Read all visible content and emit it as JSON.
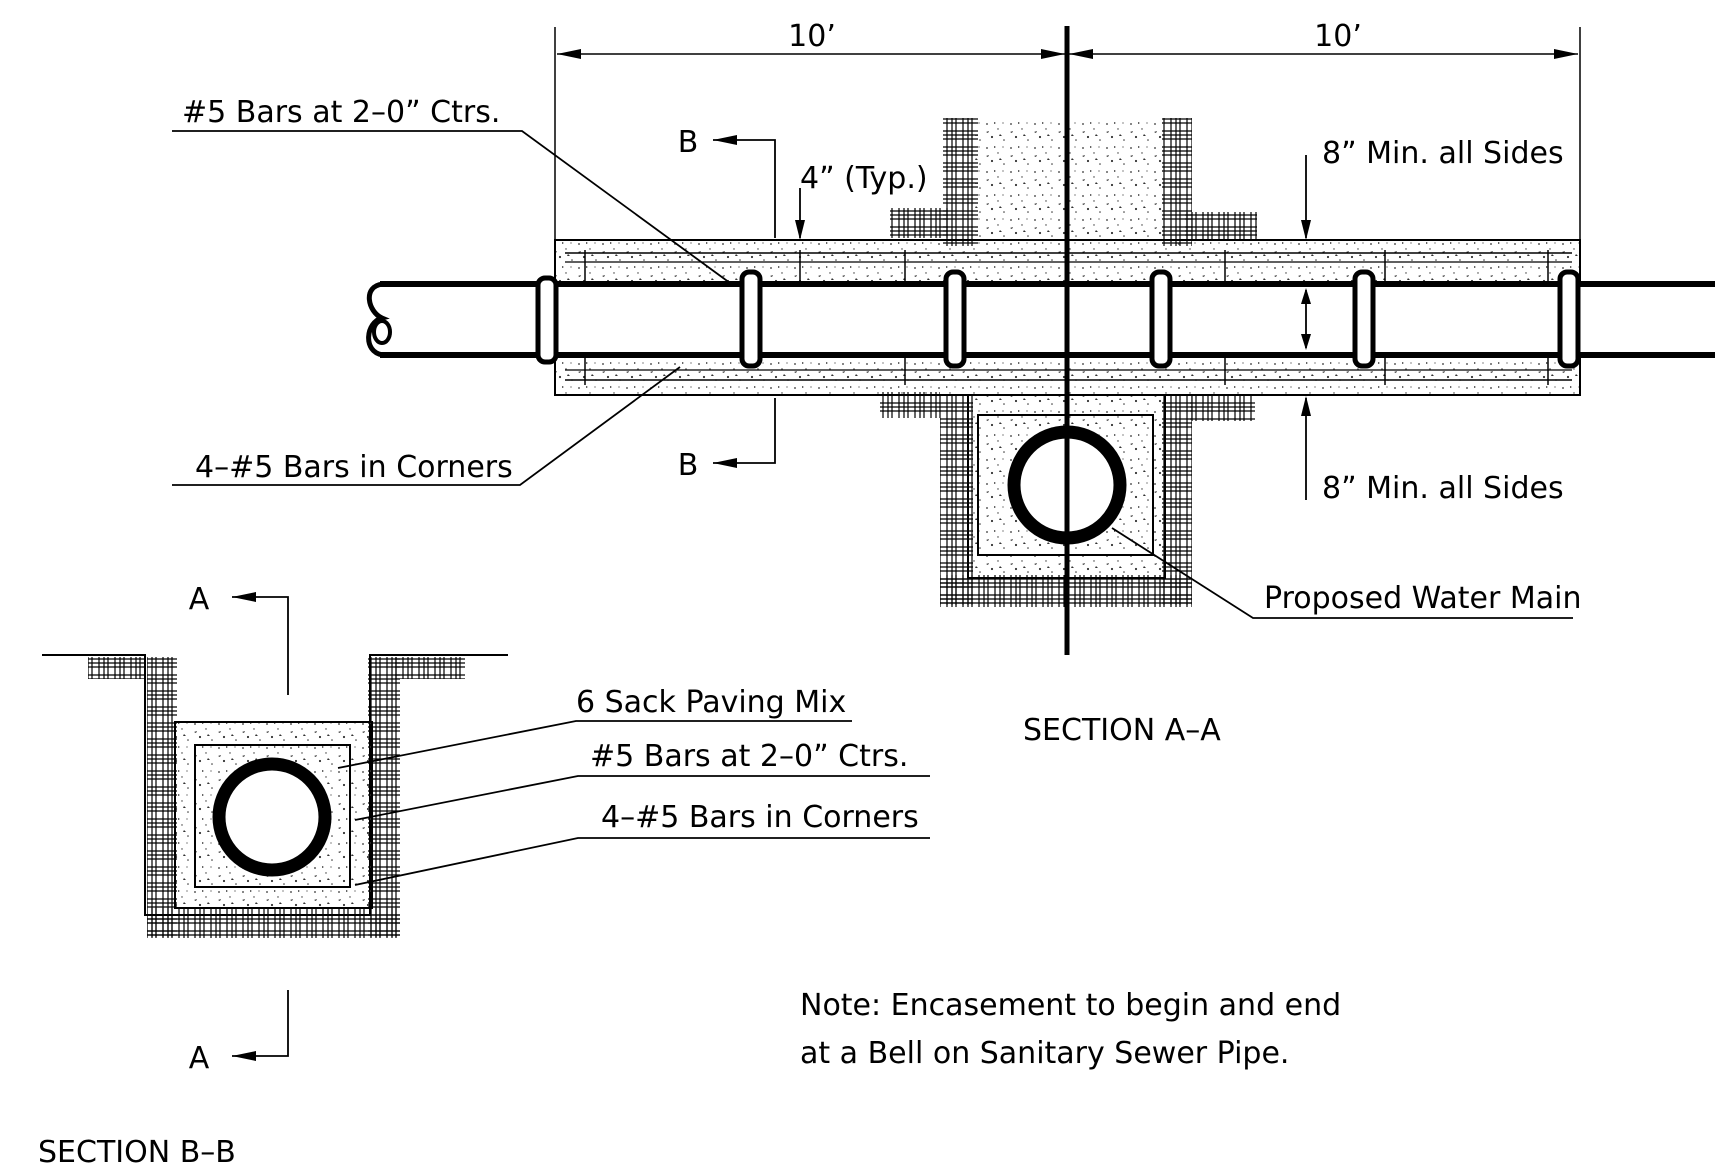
{
  "dimensions": {
    "left": "10’",
    "right": "10’"
  },
  "labels": {
    "bars_top": "#5 Bars at 2–0” Ctrs.",
    "typ": "4” (Typ.)",
    "min_top": "8” Min. all Sides",
    "min_bottom": "8” Min. all Sides",
    "corners_top": "4–#5 Bars in Corners",
    "water_main": "Proposed Water Main",
    "paving_mix": "6 Sack Paving Mix",
    "bars_b": "#5 Bars at 2–0” Ctrs.",
    "corners_b": "4–#5 Bars in Corners"
  },
  "section_markers": {
    "b_top": "B",
    "b_bottom": "B",
    "a_top": "A",
    "a_bottom": "A"
  },
  "titles": {
    "section_aa": "SECTION A–A",
    "section_bb": "SECTION B–B"
  },
  "note": {
    "line1": "Note:  Encasement to begin and end",
    "line2": "at a Bell on Sanitary Sewer Pipe."
  }
}
